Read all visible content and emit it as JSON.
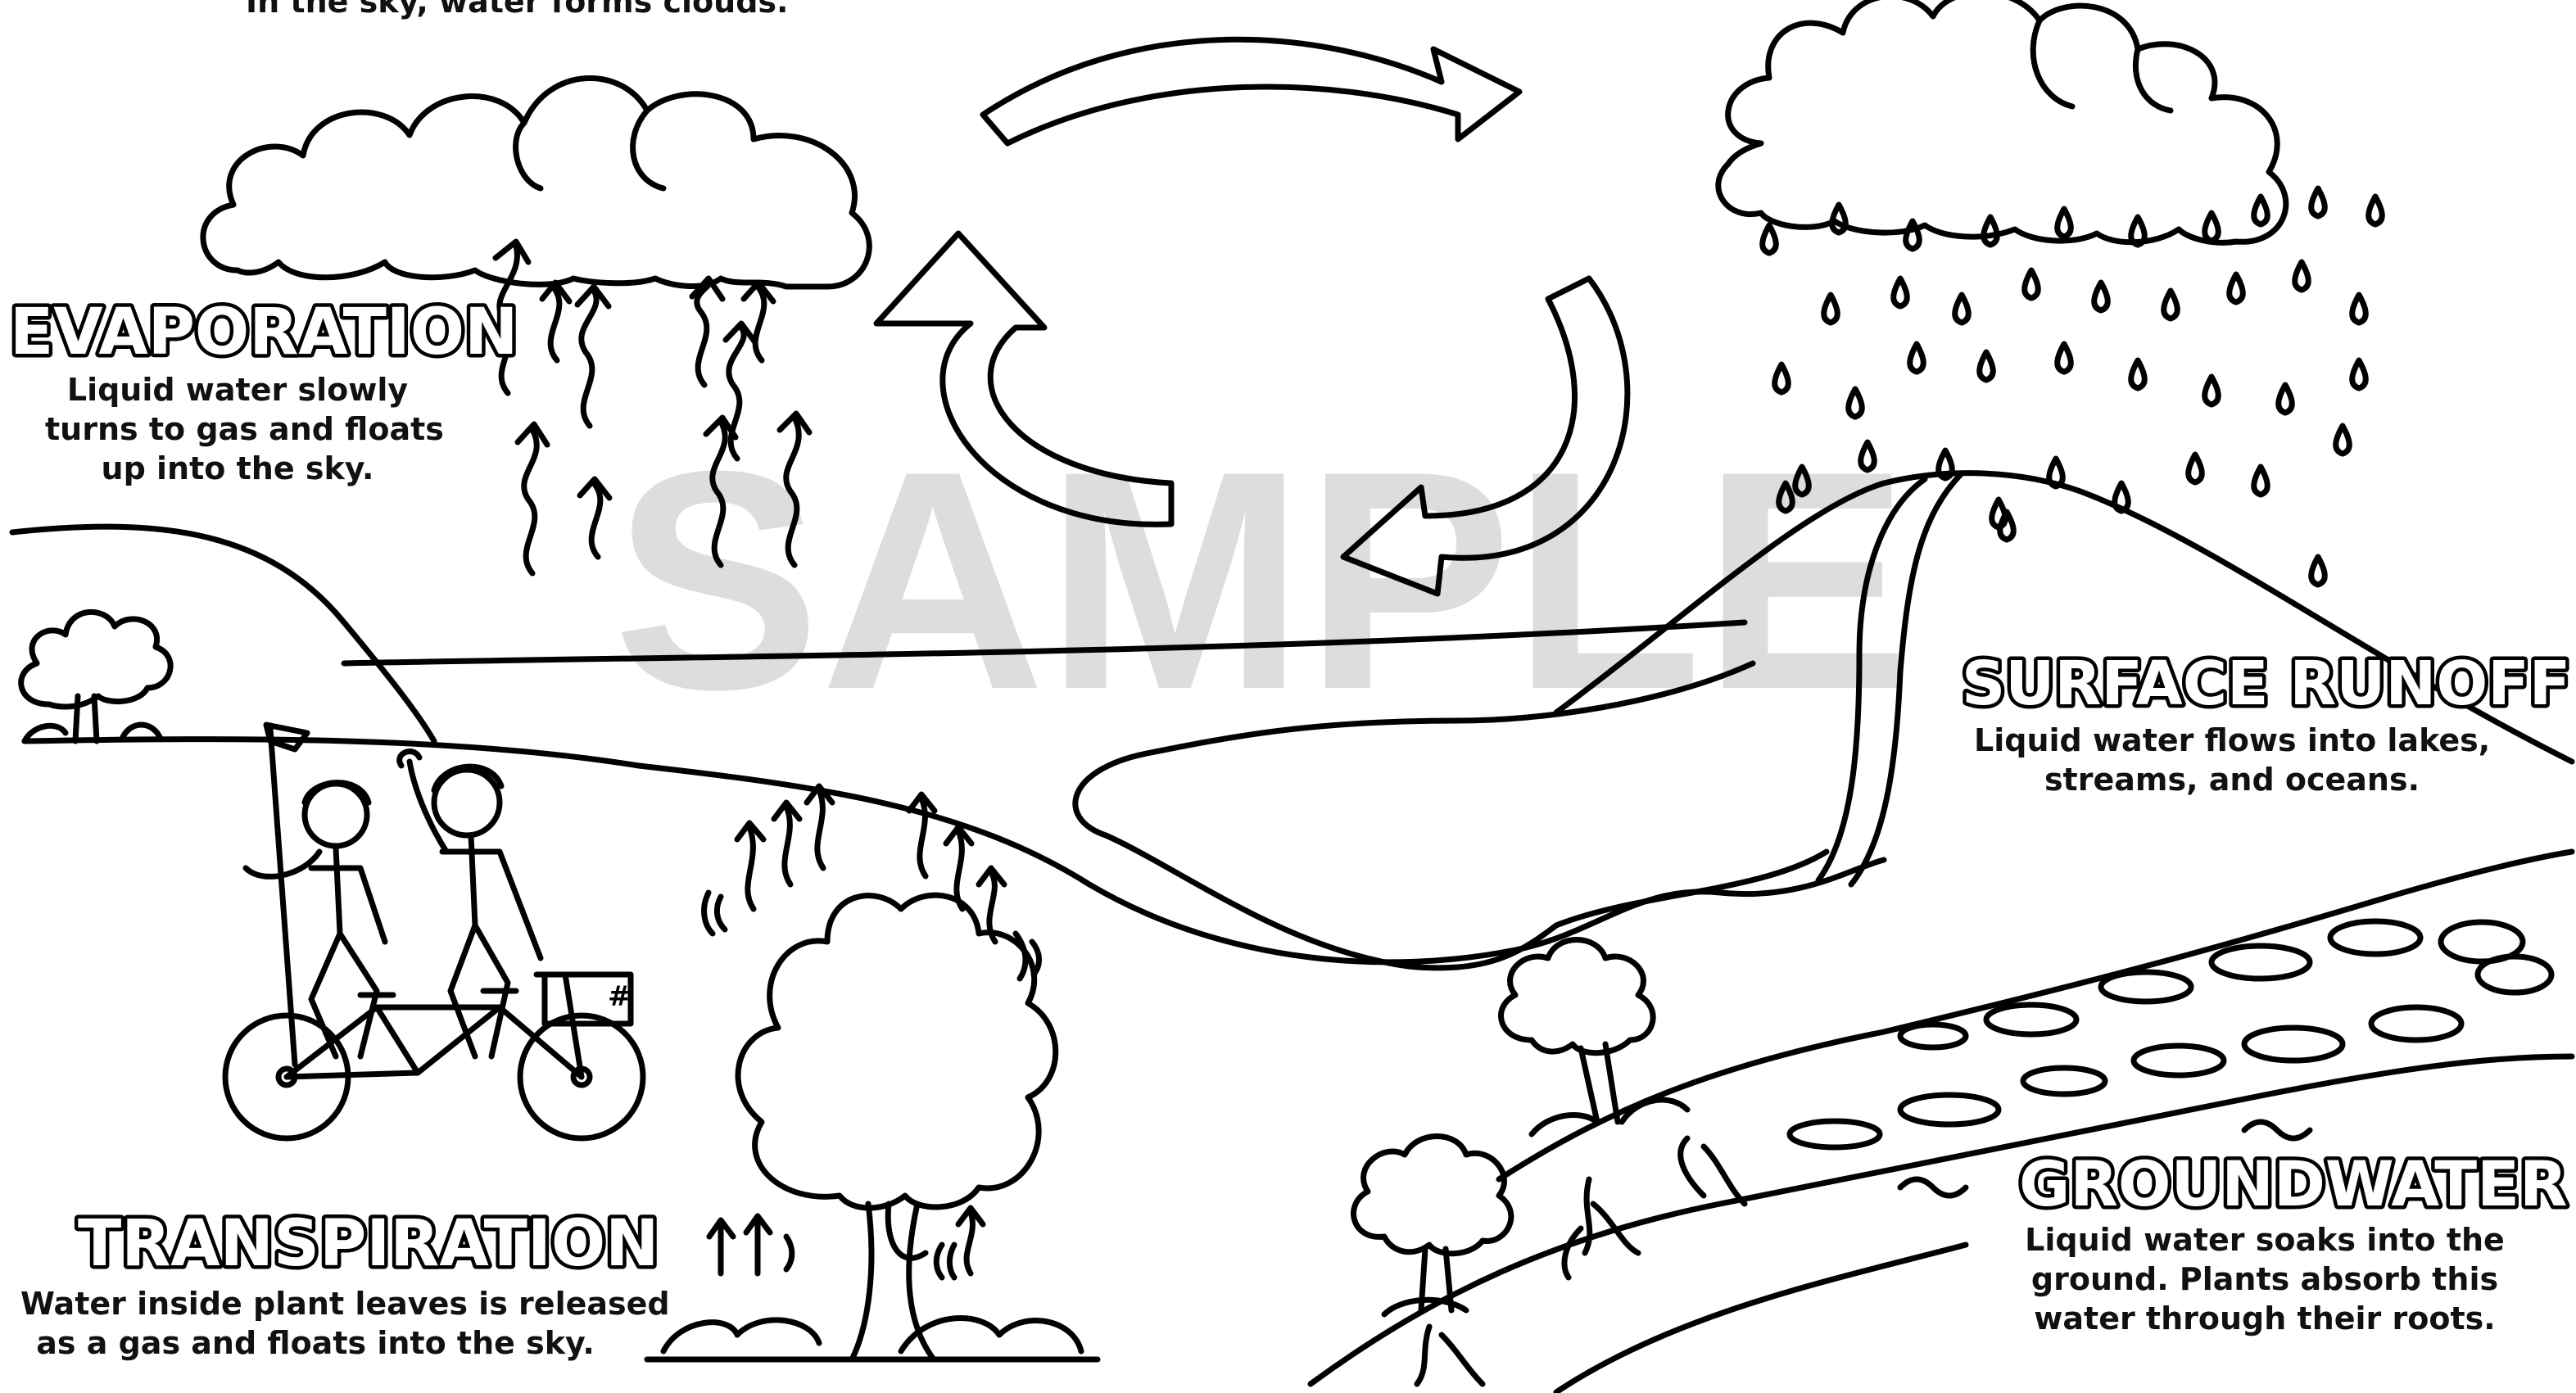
{
  "watermark": "SAMPLE",
  "colors": {
    "ink": "#000000",
    "paper": "#ffffff",
    "watermark": "#9a9a9a"
  },
  "sections": {
    "condensation": {
      "desc_lines": [
        "In the sky, water forms clouds."
      ]
    },
    "evaporation": {
      "title": "EVAPORATION",
      "desc_lines": [
        "Liquid water slowly",
        "turns to gas and floats",
        "up into the sky."
      ]
    },
    "surface_runoff": {
      "title": "SURFACE RUNOFF",
      "desc_lines": [
        "Liquid water flows into lakes,",
        "streams, and oceans."
      ]
    },
    "transpiration": {
      "title": "TRANSPIRATION",
      "desc_lines": [
        "Water inside plant leaves is released",
        "as a gas and floats into the sky."
      ]
    },
    "groundwater": {
      "title": "GROUNDWATER",
      "desc_lines": [
        "Liquid water soaks into the",
        "ground. Plants absorb this",
        "water  through their roots."
      ]
    }
  },
  "bike": {
    "basket_symbol": "#"
  }
}
